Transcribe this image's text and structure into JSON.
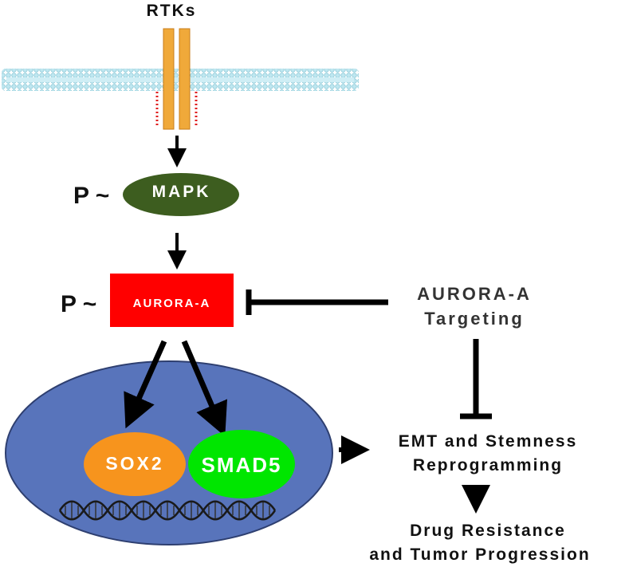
{
  "receptor": {
    "label": "RTKs"
  },
  "mapk": {
    "label": "MAPK",
    "phospho": "P ~",
    "color": "#3d5d1f"
  },
  "aurora": {
    "label": "AURORA-A",
    "phospho": "P ~",
    "color": "#ff0000"
  },
  "targeting": {
    "line1": "AURORA-A",
    "line2": "Targeting"
  },
  "nucleus": {
    "color": "#5874bb"
  },
  "sox2": {
    "label": "SOX2",
    "color": "#f7941d"
  },
  "smad5": {
    "label": "SMAD5",
    "color": "#00e600"
  },
  "outcome1": {
    "line1": "EMT and Stemness",
    "line2": "Reprogramming"
  },
  "outcome2": {
    "line1": "Drug Resistance",
    "line2": "and Tumor Progression"
  },
  "colors": {
    "membrane": "#a8dce8",
    "receptor": "#f0a93a",
    "arrow": "#000000"
  }
}
